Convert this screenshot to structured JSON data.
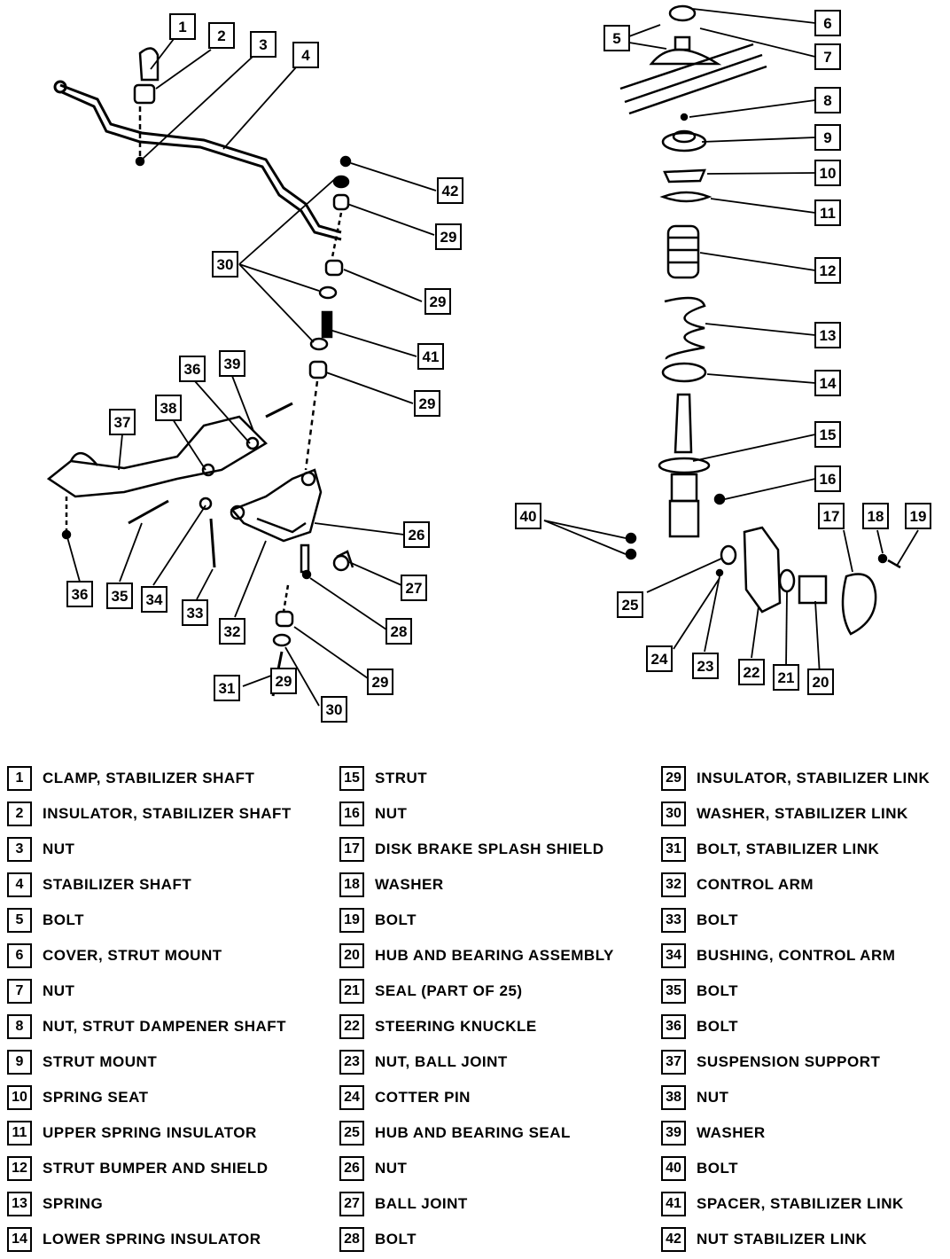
{
  "diagram": {
    "callouts": [
      "1",
      "2",
      "3",
      "4",
      "5",
      "6",
      "7",
      "8",
      "9",
      "10",
      "11",
      "12",
      "13",
      "14",
      "15",
      "16",
      "17",
      "18",
      "19",
      "20",
      "21",
      "22",
      "23",
      "24",
      "25",
      "26",
      "27",
      "28",
      "29",
      "29",
      "29",
      "29",
      "29",
      "30",
      "30",
      "31",
      "32",
      "33",
      "34",
      "35",
      "36",
      "36",
      "37",
      "38",
      "39",
      "40",
      "41",
      "42"
    ]
  },
  "legend": {
    "columns": [
      [
        {
          "num": "1",
          "label": "CLAMP, STABILIZER SHAFT"
        },
        {
          "num": "2",
          "label": "INSULATOR, STABILIZER SHAFT"
        },
        {
          "num": "3",
          "label": "NUT"
        },
        {
          "num": "4",
          "label": "STABILIZER SHAFT"
        },
        {
          "num": "5",
          "label": "BOLT"
        },
        {
          "num": "6",
          "label": "COVER, STRUT MOUNT"
        },
        {
          "num": "7",
          "label": "NUT"
        },
        {
          "num": "8",
          "label": "NUT, STRUT DAMPENER SHAFT"
        },
        {
          "num": "9",
          "label": "STRUT MOUNT"
        },
        {
          "num": "10",
          "label": "SPRING SEAT"
        },
        {
          "num": "11",
          "label": "UPPER SPRING INSULATOR"
        },
        {
          "num": "12",
          "label": "STRUT BUMPER AND SHIELD"
        },
        {
          "num": "13",
          "label": "SPRING"
        },
        {
          "num": "14",
          "label": "LOWER SPRING INSULATOR"
        }
      ],
      [
        {
          "num": "15",
          "label": "STRUT"
        },
        {
          "num": "16",
          "label": "NUT"
        },
        {
          "num": "17",
          "label": "DISK BRAKE SPLASH SHIELD"
        },
        {
          "num": "18",
          "label": "WASHER"
        },
        {
          "num": "19",
          "label": "BOLT"
        },
        {
          "num": "20",
          "label": "HUB AND BEARING ASSEMBLY"
        },
        {
          "num": "21",
          "label": "SEAL (PART OF 25)"
        },
        {
          "num": "22",
          "label": "STEERING KNUCKLE"
        },
        {
          "num": "23",
          "label": "NUT, BALL JOINT"
        },
        {
          "num": "24",
          "label": "COTTER PIN"
        },
        {
          "num": "25",
          "label": "HUB AND BEARING SEAL"
        },
        {
          "num": "26",
          "label": "NUT"
        },
        {
          "num": "27",
          "label": "BALL JOINT"
        },
        {
          "num": "28",
          "label": "BOLT"
        }
      ],
      [
        {
          "num": "29",
          "label": "INSULATOR, STABILIZER LINK"
        },
        {
          "num": "30",
          "label": "WASHER, STABILIZER LINK"
        },
        {
          "num": "31",
          "label": "BOLT, STABILIZER LINK"
        },
        {
          "num": "32",
          "label": "CONTROL ARM"
        },
        {
          "num": "33",
          "label": "BOLT"
        },
        {
          "num": "34",
          "label": "BUSHING, CONTROL ARM"
        },
        {
          "num": "35",
          "label": "BOLT"
        },
        {
          "num": "36",
          "label": "BOLT"
        },
        {
          "num": "37",
          "label": "SUSPENSION SUPPORT"
        },
        {
          "num": "38",
          "label": "NUT"
        },
        {
          "num": "39",
          "label": "WASHER"
        },
        {
          "num": "40",
          "label": "BOLT"
        },
        {
          "num": "41",
          "label": "SPACER, STABILIZER LINK"
        },
        {
          "num": "42",
          "label": "NUT STABILIZER LINK"
        }
      ]
    ]
  }
}
